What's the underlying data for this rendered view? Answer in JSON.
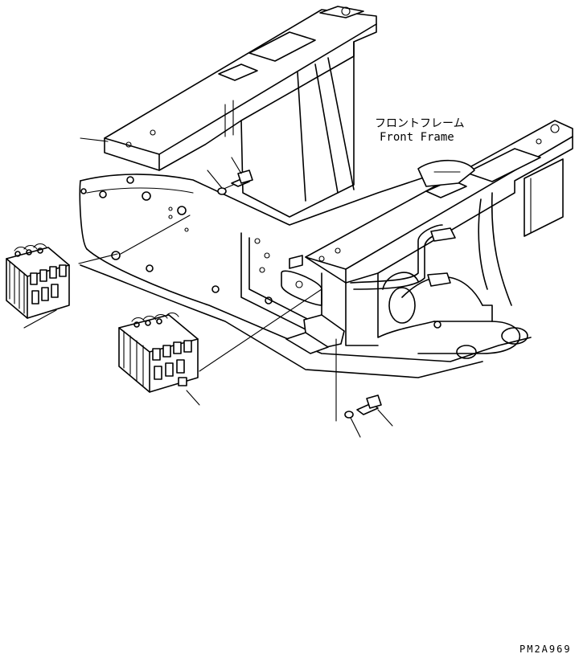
{
  "labels": {
    "part_name_jp": "フロントフレーム",
    "part_name_en": "Front Frame",
    "drawing_code": "PM2A969"
  }
}
